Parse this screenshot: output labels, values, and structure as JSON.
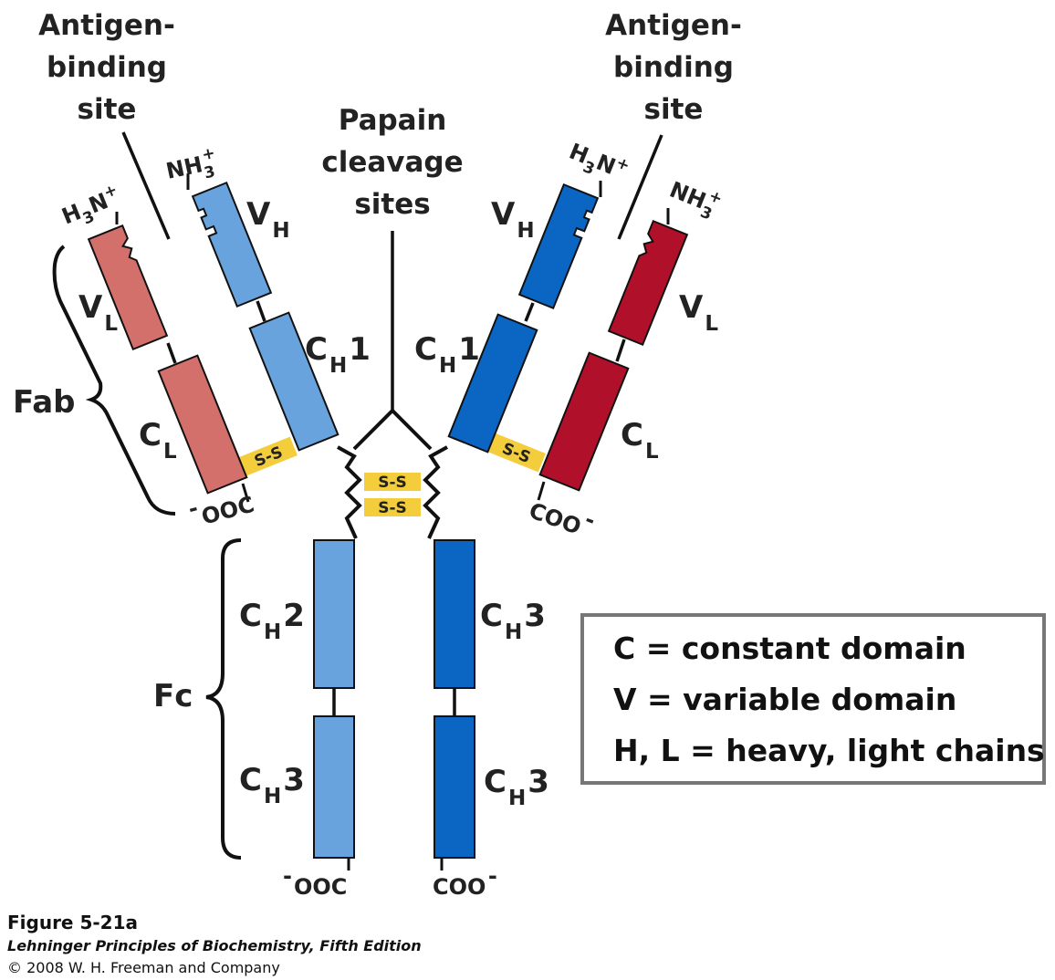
{
  "labels": {
    "antigen_line1": "Antigen-",
    "antigen_line2": "binding",
    "antigen_line3": "site",
    "papain_line1": "Papain",
    "papain_line2": "cleavage",
    "papain_line3": "sites",
    "fab": "Fab",
    "fc": "Fc",
    "V": "V",
    "C": "C",
    "sub_H": "H",
    "sub_L": "L",
    "num_1": "1",
    "num_2": "2",
    "num_3": "3",
    "ss": "S-S",
    "h3n_H": "H",
    "h3n_3": "3",
    "h3n_N": "N",
    "plus": "+",
    "nh3_NH": "NH",
    "nh3_3": "3",
    "ooc": "OOC",
    "coo": "COO",
    "minus": "-"
  },
  "legend": {
    "line1": "C = constant domain",
    "line2": "V = variable domain",
    "line3": "H, L = heavy, light chains"
  },
  "caption": {
    "figure": "Figure 5-21a",
    "book": "Lehninger Principles of Biochemistry, Fifth Edition",
    "copyright": "© 2008 W. H. Freeman and Company"
  },
  "colors": {
    "light_chain_left": "#d4706b",
    "heavy_chain_left": "#68a3de",
    "heavy_chain_right": "#0a66c2",
    "light_chain_right": "#b0102a",
    "disulfide": "#f3cd3c",
    "outline": "#111111",
    "legend_border": "#777777"
  }
}
